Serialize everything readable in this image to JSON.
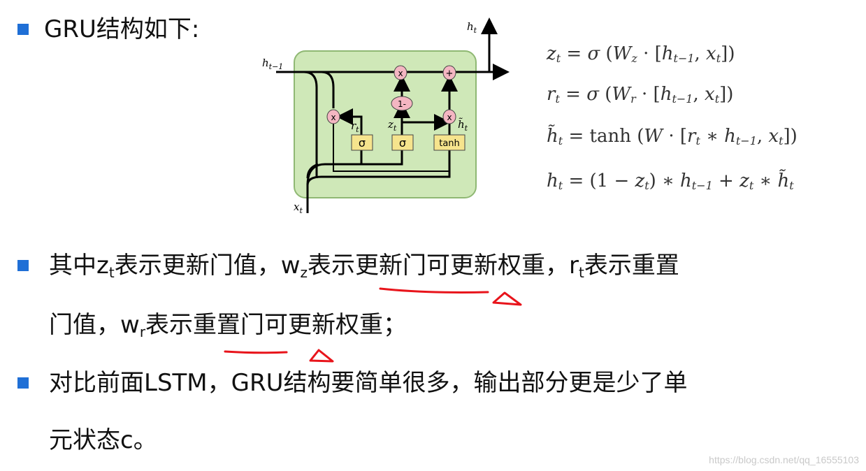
{
  "title": "GRU结构如下:",
  "diagram": {
    "h_prev": "h",
    "h_prev_sub": "t−1",
    "h_out": "h",
    "h_out_sub": "t",
    "x_in": "x",
    "x_in_sub": "t",
    "r_label": "r",
    "r_sub": "t",
    "z_label": "z",
    "z_sub": "t",
    "htilde_label": "h̃",
    "htilde_sub": "t",
    "sigma1": "σ",
    "sigma2": "σ",
    "tanh": "tanh",
    "times": "x",
    "plus": "+",
    "one_minus": "1-"
  },
  "equations": {
    "eq1": "z_t = σ (W_z · [h_{t−1}, x_t])",
    "eq2": "r_t = σ (W_r · [h_{t−1}, x_t])",
    "eq3": "h̃_t = tanh (W · [r_t ∗ h_{t−1}, x_t])",
    "eq4": "h_t = (1 − z_t) ∗ h_{t−1} + z_t ∗ h̃_t"
  },
  "bullets": {
    "b1_part1": "其中z",
    "b1_sub1": "t",
    "b1_part2": "表示更新门值，w",
    "b1_sub2": "z",
    "b1_part3": "表示更新门可更新权重，r",
    "b1_sub3": "t",
    "b1_part4": "表示重置",
    "b1_line2_part1": "门值，w",
    "b1_line2_sub": "r",
    "b1_line2_part2": "表示重置门可更新权重；",
    "b2_line1": "对比前面LSTM，GRU结构要简单很多，输出部分更是少了单",
    "b2_line2": "元状态c。"
  },
  "watermark": "https://blog.csdn.net/qq_16555103",
  "colors": {
    "bullet": "#1f6fd6",
    "cell_bg": "#cfe8b8",
    "cell_border": "#8fb873",
    "gate_box": "#f6e48d",
    "op_circle": "#f4b6c2",
    "annotation": "#e8141b"
  }
}
